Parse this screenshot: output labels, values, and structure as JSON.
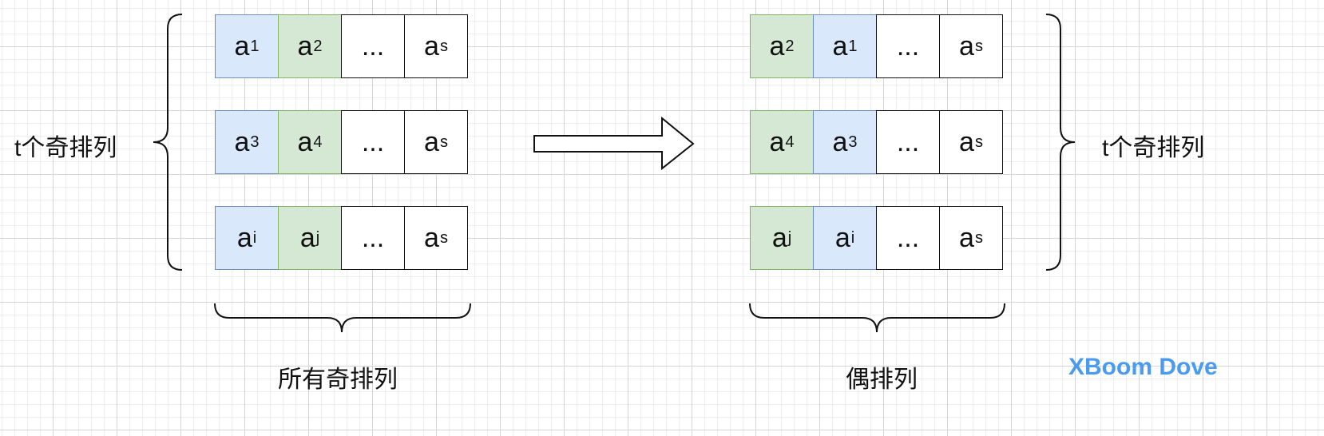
{
  "left": {
    "rows": [
      [
        {
          "base": "a",
          "sub": "1",
          "color": "blue"
        },
        {
          "base": "a",
          "sub": "2",
          "color": "green"
        },
        {
          "base": "...",
          "sub": "",
          "color": "white"
        },
        {
          "base": "a",
          "sub": "s",
          "color": "white"
        }
      ],
      [
        {
          "base": "a",
          "sub": "3",
          "color": "blue"
        },
        {
          "base": "a",
          "sub": "4",
          "color": "green"
        },
        {
          "base": "...",
          "sub": "",
          "color": "white"
        },
        {
          "base": "a",
          "sub": "s",
          "color": "white"
        }
      ],
      [
        {
          "base": "a",
          "sub": "i",
          "color": "blue"
        },
        {
          "base": "a",
          "sub": "j",
          "color": "green"
        },
        {
          "base": "...",
          "sub": "",
          "color": "white"
        },
        {
          "base": "a",
          "sub": "s",
          "color": "white"
        }
      ]
    ],
    "side_label": "t个奇排列",
    "bottom_label": "所有奇排列"
  },
  "right": {
    "rows": [
      [
        {
          "base": "a",
          "sub": "2",
          "color": "green"
        },
        {
          "base": "a",
          "sub": "1",
          "color": "blue"
        },
        {
          "base": "...",
          "sub": "",
          "color": "white"
        },
        {
          "base": "a",
          "sub": "s",
          "color": "white"
        }
      ],
      [
        {
          "base": "a",
          "sub": "4",
          "color": "green"
        },
        {
          "base": "a",
          "sub": "3",
          "color": "blue"
        },
        {
          "base": "...",
          "sub": "",
          "color": "white"
        },
        {
          "base": "a",
          "sub": "s",
          "color": "white"
        }
      ],
      [
        {
          "base": "a",
          "sub": "j",
          "color": "green"
        },
        {
          "base": "a",
          "sub": "i",
          "color": "blue"
        },
        {
          "base": "...",
          "sub": "",
          "color": "white"
        },
        {
          "base": "a",
          "sub": "s",
          "color": "white"
        }
      ]
    ],
    "side_label": "t个奇排列",
    "bottom_label": "偶排列"
  },
  "watermark": "XBoom Dove",
  "colors": {
    "blue_fill": "#dae8fc",
    "blue_stroke": "#6c8ebf",
    "green_fill": "#d5e8d4",
    "green_stroke": "#82b366",
    "watermark": "#4a9bf0"
  }
}
